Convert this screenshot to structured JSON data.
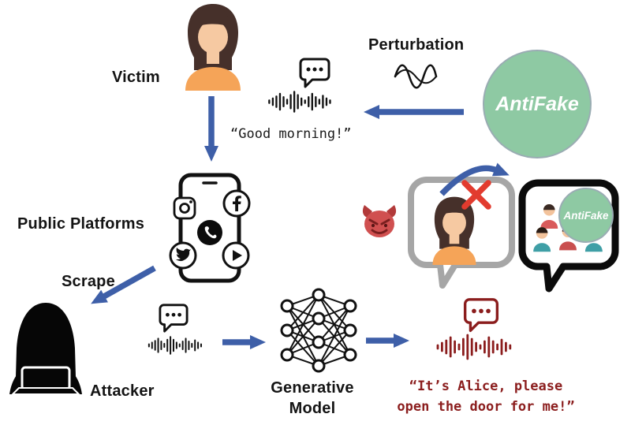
{
  "colors": {
    "arrow_blue": "#3e5fa8",
    "antifake_green": "#8ec9a3",
    "alert_red": "#8b1d1d",
    "x_red": "#e23b2e"
  },
  "labels": {
    "victim": "Victim",
    "perturbation": "Perturbation",
    "public_platforms": "Public Platforms",
    "scrape": "Scrape",
    "attacker": "Attacker",
    "generative_model_line1": "Generative",
    "generative_model_line2": "Model"
  },
  "quotes": {
    "original": "“Good morning!”",
    "cloned_line1": "“It’s Alice, please",
    "cloned_line2": "open the door for me!”"
  },
  "antifake": {
    "main_label": "AntiFake",
    "badge_label": "AntiFake"
  },
  "icons": {
    "victim_avatar": "woman-avatar",
    "chat_bubble": "speech-bubble-with-dots",
    "waveform": "audio-waveform-bars",
    "perturbation_wave": "sine-wave",
    "public_platforms": "smartphone-with-social-media-icons",
    "social_icons": [
      "instagram",
      "facebook",
      "whatsapp",
      "twitter",
      "video-play"
    ],
    "attacker": "hooded-hacker-with-laptop",
    "generative_model": "neural-network-graph",
    "devil": "devil-face",
    "blocked": "red-x-mark",
    "crowd": "group-of-user-avatars"
  }
}
